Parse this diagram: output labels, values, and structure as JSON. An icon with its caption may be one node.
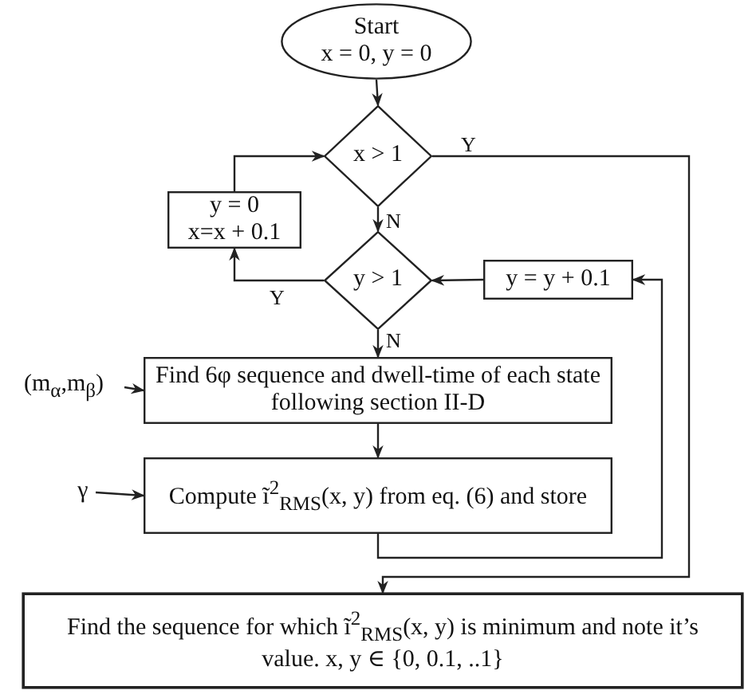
{
  "diagram": {
    "nodes": [
      {
        "text": [
          "Start",
          "x = 0, y = 0"
        ]
      },
      {
        "text": [
          "x > 1"
        ]
      },
      {
        "text": [
          "y = 0",
          "x=x + 0.1"
        ]
      },
      {
        "text": [
          "y > 1"
        ]
      },
      {
        "text": [
          "y = y + 0.1"
        ]
      },
      {
        "text": [
          "(m$_{α}$,m$_{β}$)"
        ]
      },
      {
        "text": [
          "Find 6φ sequence and dwell-time of each state following section II-D"
        ]
      },
      {
        "text": [
          "γ"
        ]
      },
      {
        "text": [
          "Compute ĩ$^{2}$$_{RMS}$(x, y) from eq. (6) and store"
        ]
      },
      {
        "text": [
          "Find the sequence for which ĩ$^{2}$$_{RMS}$(x, y) is minimum and note it’s value.  x, y ∈ {0, 0.1, ..1}"
        ]
      }
    ],
    "edges": [
      {
        "from": 0,
        "to": 1,
        "arrow": "to"
      },
      {
        "from": 1,
        "to": 3,
        "arrow": "to",
        "label": "N"
      },
      {
        "from": 3,
        "to": 2,
        "arrow": "to",
        "label": "Y"
      },
      {
        "from": 2,
        "to": 1,
        "arrow": "to"
      },
      {
        "from": 3,
        "to": 6,
        "arrow": "to",
        "label": "N"
      },
      {
        "from": 4,
        "to": 3,
        "arrow": "to"
      },
      {
        "from": 5,
        "to": 6,
        "arrow": "to"
      },
      {
        "from": 7,
        "to": 8,
        "arrow": "to"
      },
      {
        "from": 6,
        "to": 8,
        "arrow": "to"
      },
      {
        "from": 8,
        "to": 4,
        "arrow": "to"
      },
      {
        "from": 1,
        "to": 9,
        "arrow": "to",
        "label": "Y"
      }
    ]
  }
}
